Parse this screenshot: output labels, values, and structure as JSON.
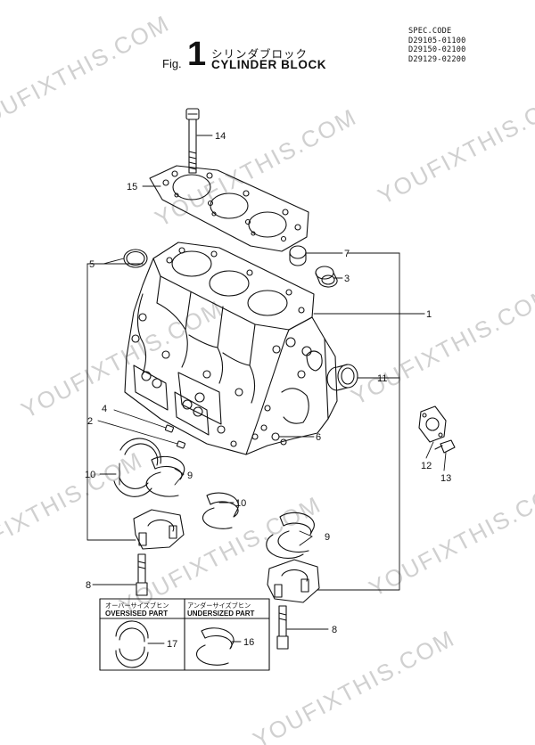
{
  "spec": {
    "heading": "SPEC.CODE",
    "codes": [
      "D29105-01100",
      "D29150-02100",
      "D29129-02200"
    ]
  },
  "title": {
    "fig_prefix": "Fig.",
    "fig_number": "1",
    "name_jp": "シリンダブロック",
    "name_en": "CYLINDER BLOCK"
  },
  "callouts": [
    "14",
    "15",
    "7",
    "5",
    "3",
    "1",
    "11",
    "4",
    "2",
    "6",
    "12",
    "13",
    "10",
    "9",
    "10",
    "9",
    "8",
    "8",
    "17",
    "16"
  ],
  "inset_box": {
    "left_head_jp": "オーバーサイズブヒン",
    "left_head_en": "OVERSISED PART",
    "right_head_jp": "アンダーサイズブヒン",
    "right_head_en": "UNDERSIZED PART"
  },
  "watermark": "YOUFIXTHIS.COM",
  "colors": {
    "ink": "#111111",
    "watermark": "#d0d0d0",
    "paper": "#ffffff"
  }
}
